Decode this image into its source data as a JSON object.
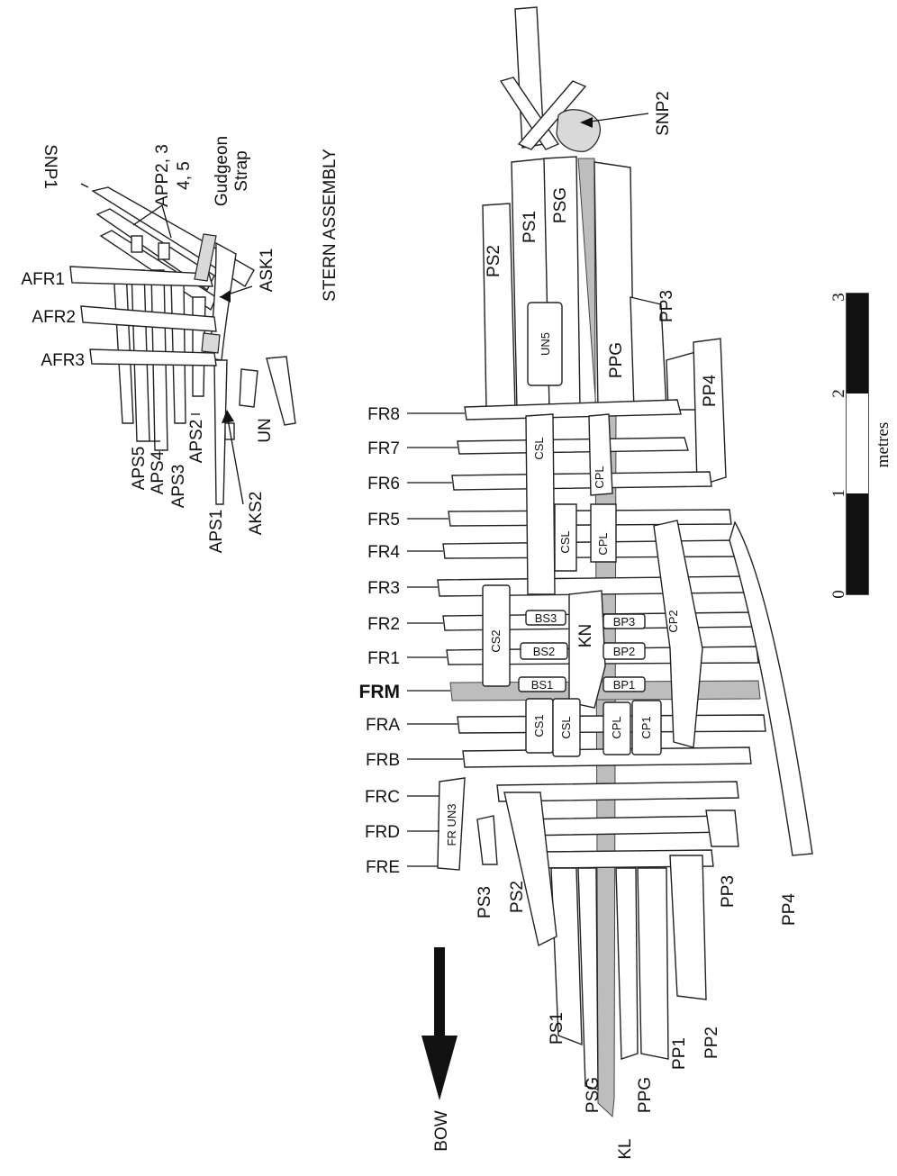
{
  "stern": {
    "title": "STERN ASSEMBLY",
    "labels": {
      "snp1": "SNP1",
      "app": "APP2, 3",
      "app2": "4, 5",
      "gudgeon1": "Gudgeon",
      "gudgeon2": "Strap",
      "ask1": "ASK1",
      "afr1": "AFR1",
      "afr2": "AFR2",
      "afr3": "AFR3",
      "un": "UN",
      "aps5": "APS5",
      "aps4": "APS4",
      "aps3": "APS3",
      "aps2": "APS2",
      "aps1": "APS1",
      "aks2": "AKS2"
    }
  },
  "main": {
    "frames": [
      "FR8",
      "FR7",
      "FR6",
      "FR5",
      "FR4",
      "FR3",
      "FR2",
      "FR1",
      "FRM",
      "FRA",
      "FRB",
      "FRC",
      "FRD",
      "FRE"
    ],
    "labels": {
      "snp2": "SNP2",
      "ps2_top": "PS2",
      "ps1_top": "PS1",
      "psg_top": "PSG",
      "un5": "UN5",
      "ppg_top": "PPG",
      "pp3_top": "PP3",
      "pp4_top": "PP4",
      "csl_a": "CSL",
      "cpl_a": "CPL",
      "csl_b": "CSL",
      "cpl_b": "CPL",
      "cp2": "CP2",
      "cs2": "CS2",
      "bs3": "BS3",
      "bs2": "BS2",
      "bs1": "BS1",
      "kn": "KN",
      "bp3": "BP3",
      "bp2": "BP2",
      "bp1": "BP1",
      "cs1": "CS1",
      "csl_c": "CSL",
      "cpl_c": "CPL",
      "cp1": "CP1",
      "fr_un3": "FR UN3",
      "ps3_bot": "PS3",
      "ps2_bot": "PS2",
      "pp3_bot": "PP3",
      "pp4_bot": "PP4",
      "ps1_bot": "PS1",
      "psg_bot": "PSG",
      "ppg_bot": "PPG",
      "kl": "KL",
      "pp1": "PP1",
      "pp2": "PP2",
      "bow": "BOW"
    }
  },
  "scale": {
    "unit": "metres",
    "ticks": [
      "0",
      "1",
      "2",
      "3"
    ]
  }
}
